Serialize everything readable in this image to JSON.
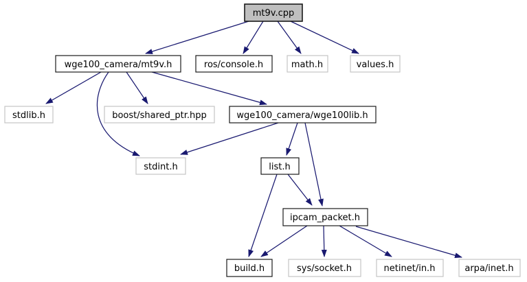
{
  "diagram": {
    "type": "include-dependency-graph",
    "colors": {
      "edge_arrow": "#191970",
      "border_documented": "#1a1a1a",
      "border_external": "#c4c4c4",
      "root_fill": "#bfbfbf",
      "node_fill": "#ffffff",
      "text": "#000000",
      "background": "#ffffff"
    },
    "nodes": [
      {
        "label": "mt9v.cpp",
        "type": "root"
      },
      {
        "label": "wge100_camera/mt9v.h",
        "type": "documented"
      },
      {
        "label": "ros/console.h",
        "type": "documented"
      },
      {
        "label": "math.h",
        "type": "external"
      },
      {
        "label": "values.h",
        "type": "external"
      },
      {
        "label": "stdlib.h",
        "type": "external"
      },
      {
        "label": "boost/shared_ptr.hpp",
        "type": "external"
      },
      {
        "label": "wge100_camera/wge100lib.h",
        "type": "documented"
      },
      {
        "label": "stdint.h",
        "type": "external"
      },
      {
        "label": "list.h",
        "type": "documented"
      },
      {
        "label": "ipcam_packet.h",
        "type": "documented"
      },
      {
        "label": "build.h",
        "type": "documented"
      },
      {
        "label": "sys/socket.h",
        "type": "external"
      },
      {
        "label": "netinet/in.h",
        "type": "external"
      },
      {
        "label": "arpa/inet.h",
        "type": "external"
      }
    ],
    "edges": [
      {
        "from": "mt9v.cpp",
        "to": "wge100_camera/mt9v.h"
      },
      {
        "from": "mt9v.cpp",
        "to": "ros/console.h"
      },
      {
        "from": "mt9v.cpp",
        "to": "math.h"
      },
      {
        "from": "mt9v.cpp",
        "to": "values.h"
      },
      {
        "from": "wge100_camera/mt9v.h",
        "to": "stdlib.h"
      },
      {
        "from": "wge100_camera/mt9v.h",
        "to": "boost/shared_ptr.hpp"
      },
      {
        "from": "wge100_camera/mt9v.h",
        "to": "wge100_camera/wge100lib.h"
      },
      {
        "from": "wge100_camera/mt9v.h",
        "to": "stdint.h"
      },
      {
        "from": "wge100_camera/wge100lib.h",
        "to": "stdint.h"
      },
      {
        "from": "wge100_camera/wge100lib.h",
        "to": "list.h"
      },
      {
        "from": "wge100_camera/wge100lib.h",
        "to": "ipcam_packet.h"
      },
      {
        "from": "list.h",
        "to": "ipcam_packet.h"
      },
      {
        "from": "list.h",
        "to": "build.h"
      },
      {
        "from": "ipcam_packet.h",
        "to": "build.h"
      },
      {
        "from": "ipcam_packet.h",
        "to": "sys/socket.h"
      },
      {
        "from": "ipcam_packet.h",
        "to": "netinet/in.h"
      },
      {
        "from": "ipcam_packet.h",
        "to": "arpa/inet.h"
      }
    ]
  }
}
